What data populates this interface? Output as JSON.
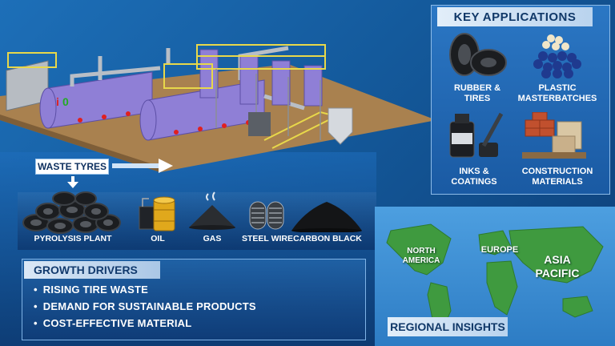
{
  "flow": {
    "input_label": "WASTE TYRES",
    "products": [
      {
        "label": "PYROLYSIS PLANT",
        "icon": "tire-pile-icon"
      },
      {
        "label": "OIL",
        "icon": "oil-barrel-icon"
      },
      {
        "label": "GAS",
        "icon": "gas-mound-icon"
      },
      {
        "label": "STEEL WIRE",
        "icon": "steel-wire-coil-icon"
      },
      {
        "label": "CARBON BLACK",
        "icon": "carbon-black-pile-icon"
      }
    ]
  },
  "growth": {
    "title": "GROWTH DRIVERS",
    "items": [
      "RISING TIRE WASTE",
      "DEMAND FOR SUSTAINABLE PRODUCTS",
      "COST-EFFECTIVE MATERIAL"
    ]
  },
  "applications": {
    "title": "KEY APPLICATIONS",
    "items": [
      {
        "label": "RUBBER & TIRES",
        "icon": "tires-icon"
      },
      {
        "label": "PLASTIC MASTERBATCHES",
        "icon": "pellets-icon"
      },
      {
        "label": "INKS & COATINGS",
        "icon": "ink-bottle-brush-icon"
      },
      {
        "label": "CONSTRUCTION MATERIALS",
        "icon": "bricks-bags-icon"
      }
    ]
  },
  "regions": {
    "title": "REGIONAL INSIGHTS",
    "north_america": "NORTH AMERICA",
    "europe": "EUROPE",
    "asia_pacific": "ASIA PACIFIC"
  },
  "colors": {
    "background": "#1d6fb8",
    "panel_header": "#dbe8f6",
    "plant_tank": "#8f7fd6",
    "railing": "#e8d84a",
    "map_land": "#3f9a3f"
  }
}
